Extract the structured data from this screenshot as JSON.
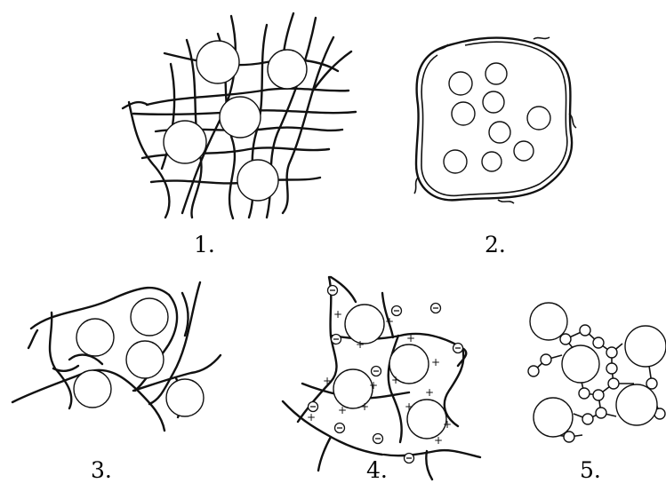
{
  "figure": {
    "panels": [
      {
        "id": "1",
        "label": "1."
      },
      {
        "id": "2",
        "label": "2."
      },
      {
        "id": "3",
        "label": "3."
      },
      {
        "id": "4",
        "label": "4."
      },
      {
        "id": "5",
        "label": "5."
      }
    ],
    "charge_symbols": {
      "plus": "+",
      "minus": "−"
    }
  }
}
